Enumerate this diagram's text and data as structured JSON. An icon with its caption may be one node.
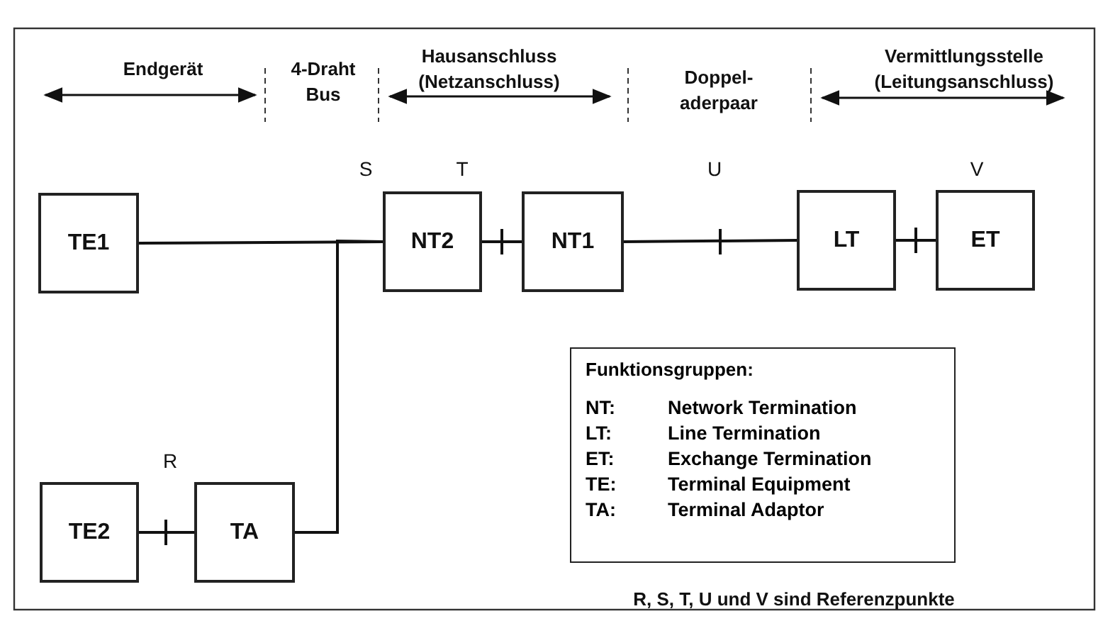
{
  "diagram": {
    "nodes": [
      {
        "text": [
          "TE1"
        ]
      },
      {
        "text": [
          "NT2"
        ]
      },
      {
        "text": [
          "NT1"
        ]
      },
      {
        "text": [
          "LT"
        ]
      },
      {
        "text": [
          "ET"
        ]
      },
      {
        "text": [
          "TE2"
        ]
      },
      {
        "text": [
          "TA"
        ]
      },
      {
        "text": [
          "Funktionsgruppen:",
          "NT:",
          "Network Termination",
          "LT:",
          "Line Termination",
          "ET:",
          "Exchange Termination",
          "TE:",
          "Terminal Equipment",
          "TA:",
          "Terminal Adaptor"
        ]
      }
    ],
    "edges": [
      {
        "from": 0,
        "to": 1,
        "arrow": "none"
      },
      {
        "from": 6,
        "to": 1,
        "arrow": "none"
      },
      {
        "from": 1,
        "to": 2,
        "arrow": "none"
      },
      {
        "from": 2,
        "to": 3,
        "arrow": "none"
      },
      {
        "from": 3,
        "to": 4,
        "arrow": "none"
      },
      {
        "from": 5,
        "to": 6,
        "arrow": "none"
      }
    ],
    "labels": [
      "Endgerät",
      "4-Draht Bus",
      "Hausanschluss (Netzanschluss)",
      "Doppel- aderpaar",
      "Vermittlungsstelle (Leitungsanschluss)",
      "S",
      "T",
      "U",
      "V",
      "R",
      "R, S, T, U und V sind Referenzpunkte"
    ]
  }
}
